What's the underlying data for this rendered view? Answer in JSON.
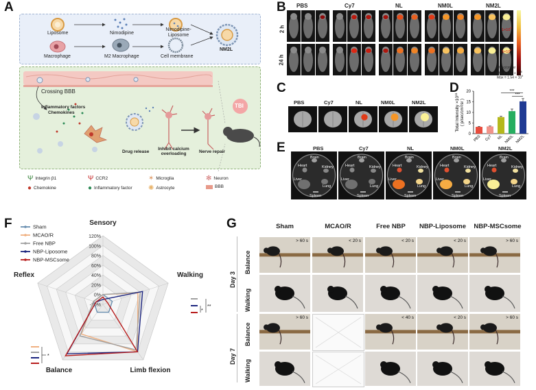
{
  "panels": {
    "a": "A",
    "b": "B",
    "c": "C",
    "d": "D",
    "e": "E",
    "f": "F",
    "g": "G"
  },
  "panel_a": {
    "liposome": "Liposome",
    "nimodipine": "Nimodipine",
    "nimodipine_liposome": "Nimodipine-\nLiposome",
    "macrophage": "Macrophage",
    "m2_macrophage": "M2 Macrophage",
    "cell_membrane": "Cell membrane",
    "nm2l": "NM2L",
    "crossing_bbb": "Crossing BBB",
    "inflammatory": "Inflammatory factors",
    "chemokines": "Chemokines",
    "drug_release": "Drug release",
    "inhibit_calcium": "Inhibit calcium\noverloading",
    "nerve_repair": "Nerve repair",
    "tbi": "TBI",
    "legend": [
      {
        "label": "Integrin β1",
        "color": "#2e7d32"
      },
      {
        "label": "CCR2",
        "color": "#c62828"
      },
      {
        "label": "Microglia",
        "color": "#e0a070"
      },
      {
        "label": "Neuron",
        "color": "#d07070"
      },
      {
        "label": "Chemokine",
        "color": "#c0392b"
      },
      {
        "label": "Inflammatory factor",
        "color": "#2e8b57"
      },
      {
        "label": "Astrocyte",
        "color": "#e8b36a"
      },
      {
        "label": "BBB",
        "color": "#e89a8a"
      }
    ]
  },
  "panel_b": {
    "groups": [
      "PBS",
      "Cy7",
      "NL",
      "NM0L",
      "NM2L"
    ],
    "rows": [
      "2 h",
      "24 h"
    ],
    "scale_top": "1×10",
    "scale_mid": "5×10",
    "scale_unit": "p/sec/cm²/sr",
    "scale_min": "Min = 1.05 × 10",
    "scale_max": "Max = 1.54 × 10",
    "intensity_levels": [
      [
        0.1,
        0.1,
        0.15,
        0.1,
        0.35,
        0.3,
        0.25,
        0.6,
        0.65,
        0.55,
        0.8,
        0.75,
        0.8,
        0.9,
        1.0
      ],
      [
        0.05,
        0.05,
        0.1,
        0.05,
        0.5,
        0.4,
        0.3,
        0.7,
        0.75,
        0.7,
        0.9,
        0.85,
        0.9,
        1.0,
        1.0
      ]
    ]
  },
  "panel_c": {
    "groups": [
      "PBS",
      "Cy7",
      "NL",
      "NM0L",
      "NM2L"
    ]
  },
  "panel_e": {
    "groups": [
      "PBS",
      "Cy7",
      "NL",
      "NM0L",
      "NM2L"
    ],
    "organs": {
      "brain": "Brain",
      "heart": "Heart",
      "kidney": "Kidney",
      "liver": "Liver",
      "lung": "Lung",
      "spleen": "Spleen"
    }
  },
  "panel_g": {
    "columns": [
      "Sham",
      "MCAO/R",
      "Free NBP",
      "NBP-Liposome",
      "NBP-MSCsome"
    ],
    "days": [
      "Day 3",
      "Day 7"
    ],
    "tests": [
      "Balance",
      "Walking"
    ],
    "times": {
      "d3_balance": [
        "> 60 s",
        "< 20 s",
        "< 20 s",
        "< 20 s",
        "> 60 s"
      ],
      "d7_balance": [
        "> 60 s",
        "",
        "< 40 s",
        "< 20 s",
        "> 60 s"
      ]
    }
  },
  "chart_data": [
    {
      "type": "bar",
      "ylabel": "Total Intensity ×10¹¹ ( p/sec/cm²/sr )",
      "ylabel_main": "Total Intensity ×10",
      "ylabel_exp": "11",
      "ylabel_sub": "( p/sec/cm²/sr )",
      "categories": [
        "PBS",
        "Cy7",
        "NL",
        "NM0L",
        "NM2L"
      ],
      "values": [
        3.2,
        3.4,
        7.8,
        10.6,
        15.2
      ],
      "errors": [
        0.2,
        0.2,
        0.4,
        1.0,
        1.3
      ],
      "colors": [
        "#e84c3d",
        "#f1948a",
        "#b5b81c",
        "#27ae60",
        "#1f3a93"
      ],
      "ylim": [
        0,
        20
      ],
      "yticks": [
        0,
        5,
        10,
        15,
        20
      ],
      "significance": [
        "***",
        "***"
      ]
    },
    {
      "type": "radar",
      "axes": [
        "Sensory",
        "Walking",
        "Limb flexion",
        "Balance",
        "Reflex"
      ],
      "ticks": [
        "-20%",
        "0%",
        "20%",
        "40%",
        "60%",
        "80%",
        "100%",
        "120%"
      ],
      "tick_values": [
        -20,
        0,
        20,
        40,
        60,
        80,
        100,
        120
      ],
      "range": [
        -20,
        120
      ],
      "series": [
        {
          "name": "Sham",
          "color": "#6a8fb0",
          "values": [
            0,
            0,
            0,
            0,
            0
          ]
        },
        {
          "name": "MCAO/R",
          "color": "#f0b080",
          "values": [
            0,
            55,
            100,
            55,
            0
          ]
        },
        {
          "name": "Free NBP",
          "color": "#a0a0a0",
          "values": [
            0,
            60,
            95,
            60,
            0
          ]
        },
        {
          "name": "NBP-Liposome",
          "color": "#1a237e",
          "values": [
            -10,
            65,
            100,
            105,
            -5
          ]
        },
        {
          "name": "NBP-MSCsome",
          "color": "#b71c1c",
          "values": [
            -5,
            -10,
            100,
            110,
            -5
          ]
        }
      ],
      "significance_walking": [
        "**",
        "*"
      ],
      "significance_balance": "*"
    }
  ]
}
